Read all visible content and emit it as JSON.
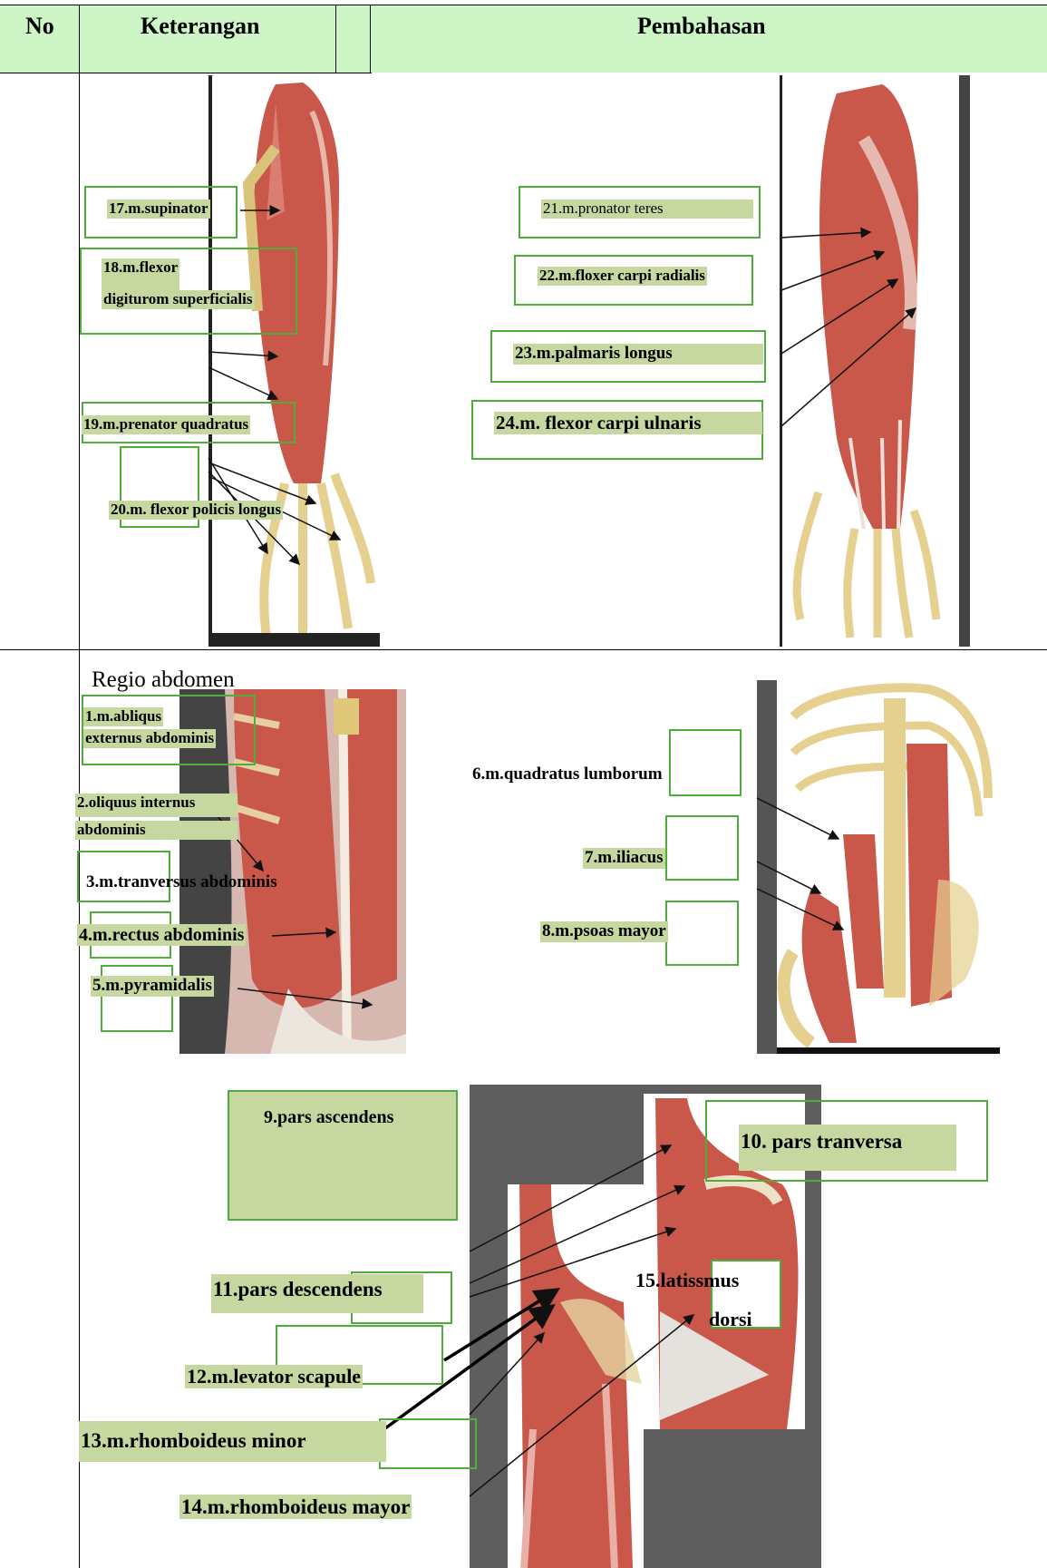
{
  "header": {
    "col_no": "No",
    "col_keterangan": "Keterangan",
    "col_pembahasan": "Pembahasan"
  },
  "section_arm": {
    "labels": {
      "l17": "17.m.supinator",
      "l18a": "18.m.flexor",
      "l18b": "digiturom superficialis",
      "l19": "19.m.prenator quadratus",
      "l20": "20.m. flexor policis longus",
      "l21": "21.m.pronator teres",
      "l22": "22.m.floxer carpi radialis",
      "l23": "23.m.palmaris longus",
      "l24": "24.m. flexor carpi ulnaris"
    }
  },
  "section_abdomen": {
    "title": "Regio abdomen",
    "labels": {
      "l1a": "1.m.abliqus",
      "l1b": "externus abdominis",
      "l2a": "2.oliquus internus",
      "l2b": "abdominis",
      "l3": "3.m.tranversus abdominis",
      "l4": "4.m.rectus abdominis",
      "l5": "5.m.pyramidalis",
      "l6": "6.m.quadratus lumborum",
      "l7": "7.m.iliacus",
      "l8": "8.m.psoas mayor"
    }
  },
  "section_back": {
    "labels": {
      "l9": "9.pars ascendens",
      "l10": "10. pars tranversa",
      "l11": "11.pars descendens",
      "l12": "12.m.levator scapule",
      "l13": "13.m.rhomboideus minor",
      "l14": "14.m.rhomboideus mayor",
      "l15a": "15.latissmus",
      "l15b": "dorsi"
    }
  },
  "colors": {
    "header_bg": "#cdf5c6",
    "label_highlight": "#c6d8a0",
    "box_border": "#4fae3b",
    "muscle": "#c9574a"
  }
}
